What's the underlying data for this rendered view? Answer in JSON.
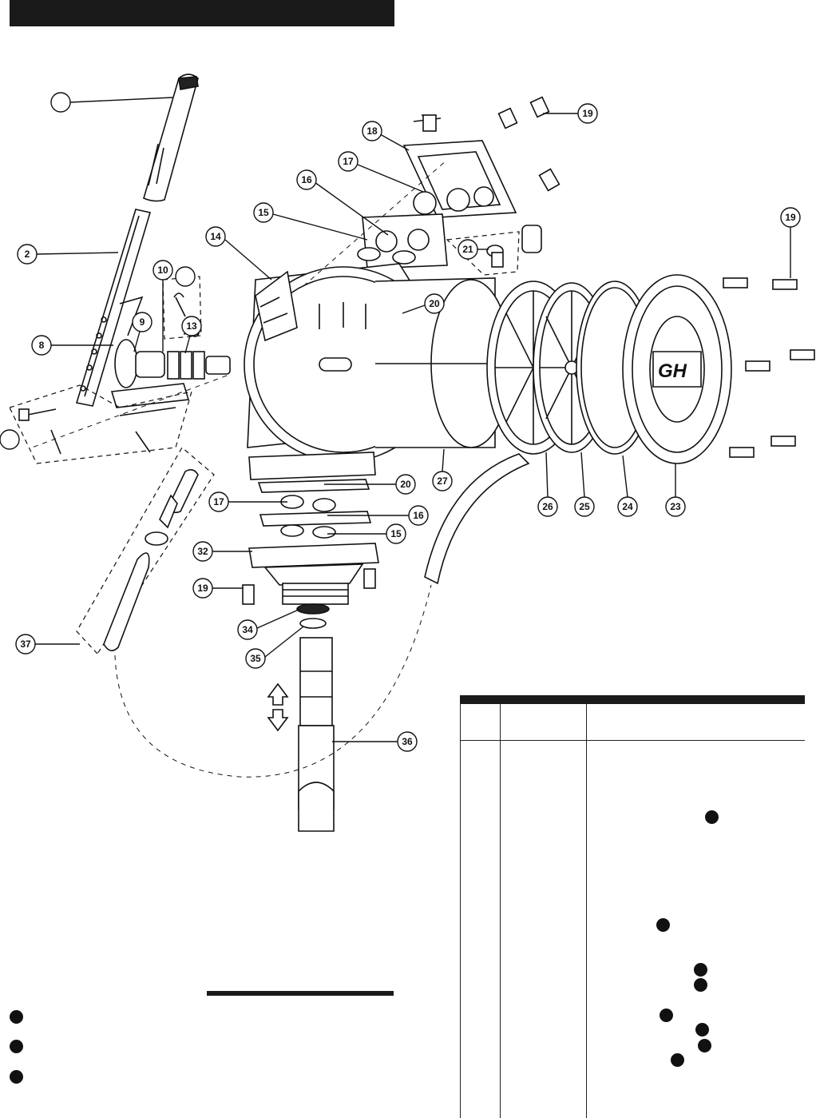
{
  "callouts": {
    "c1": "",
    "c2": "2",
    "c8": "8",
    "c9": "9",
    "c10": "10",
    "c13": "13",
    "c14": "14",
    "c15": "15",
    "c15b": "15",
    "c16": "16",
    "c16b": "16",
    "c17": "17",
    "c17b": "17",
    "c18": "18",
    "c19": "19",
    "c19b": "19",
    "c19c": "19",
    "c20": "20",
    "c20b": "20",
    "c21": "21",
    "c23": "23",
    "c24": "24",
    "c25": "25",
    "c26": "26",
    "c27": "27",
    "c32": "32",
    "c34": "34",
    "c35": "35",
    "c36": "36",
    "c37": "37",
    "ckit": "",
    "ckit2": ""
  },
  "colors": {
    "ink": "#111111",
    "bar": "#1a1a1a",
    "paper": "#ffffff"
  },
  "table": {
    "header": [
      "",
      "",
      ""
    ],
    "rows": []
  },
  "legend": [
    {
      "marker": "dot",
      "text": ""
    },
    {
      "marker": "dot",
      "text": ""
    },
    {
      "marker": "dot",
      "text": ""
    }
  ]
}
